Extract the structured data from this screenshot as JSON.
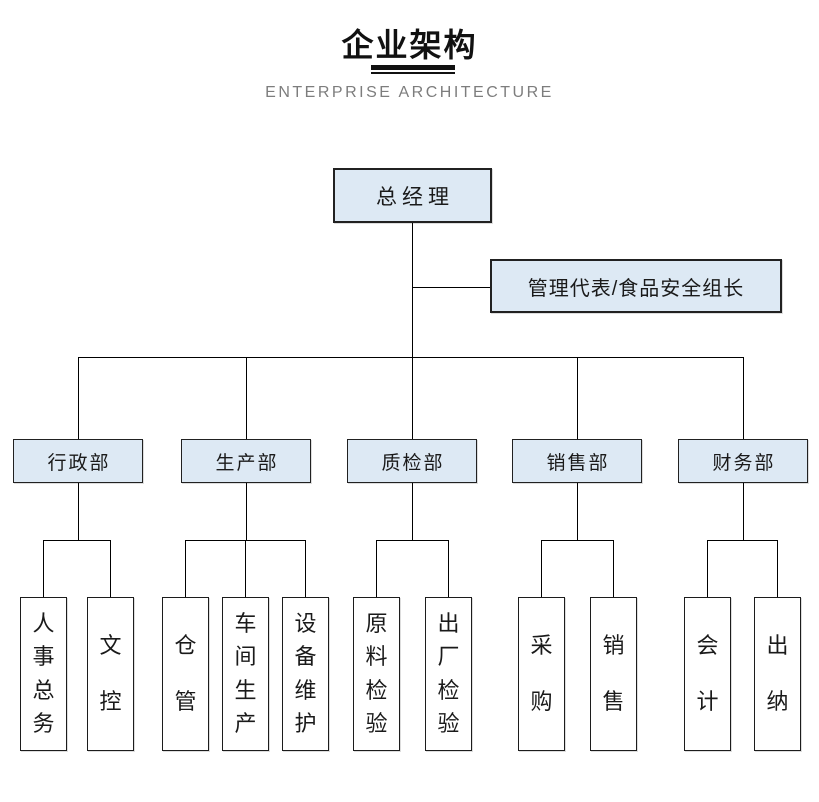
{
  "page": {
    "title": "企业架构",
    "subtitle": "ENTERPRISE ARCHITECTURE"
  },
  "org_chart": {
    "root": {
      "label": "总经理"
    },
    "staff": {
      "label": "管理代表/食品安全组长"
    },
    "departments": [
      {
        "label": "行政部",
        "children": [
          {
            "label": "人事总务"
          },
          {
            "label": "文控"
          }
        ]
      },
      {
        "label": "生产部",
        "children": [
          {
            "label": "仓管"
          },
          {
            "label": "车间生产"
          },
          {
            "label": "设备维护"
          }
        ]
      },
      {
        "label": "质检部",
        "children": [
          {
            "label": "原料检验"
          },
          {
            "label": "出厂检验"
          }
        ]
      },
      {
        "label": "销售部",
        "children": [
          {
            "label": "采购"
          },
          {
            "label": "销售"
          }
        ]
      },
      {
        "label": "财务部",
        "children": [
          {
            "label": "会计"
          },
          {
            "label": "出纳"
          }
        ]
      }
    ]
  },
  "colors": {
    "box_fill": "#dde9f4",
    "box_border": "#212121",
    "connector": "#000000",
    "title_text": "#111111",
    "subtitle_text": "#7d7d7d"
  }
}
